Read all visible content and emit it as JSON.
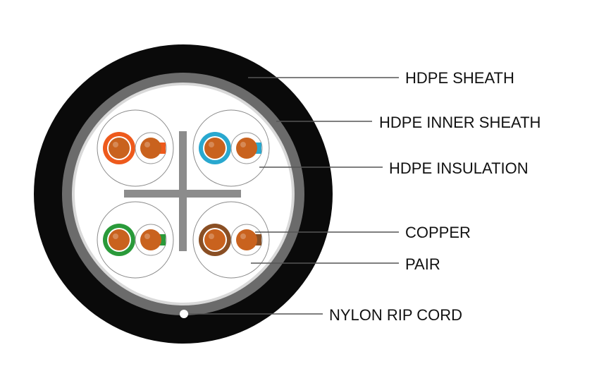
{
  "labels": {
    "outer_sheath": "HDPE SHEATH",
    "inner_sheath": "HDPE INNER SHEATH",
    "insulation": "HDPE INSULATION",
    "copper": "COPPER",
    "pair": "PAIR",
    "rip_cord": "NYLON RIP CORD"
  },
  "colors": {
    "outer_sheath": "#0a0a0a",
    "inner_sheath": "#6b6b6b",
    "inner_gap": "#1a1a1a",
    "core_fill": "#ffffff",
    "separator": "#8c8c8c",
    "copper": "#c9621e",
    "pair_orange": "#ee5a1c",
    "pair_blue": "#29a8cf",
    "pair_green": "#2a9a3a",
    "pair_brown": "#8a4f24",
    "leader_line": "#555555"
  },
  "pairs": [
    {
      "name": "orange",
      "color_key": "pair_orange"
    },
    {
      "name": "blue",
      "color_key": "pair_blue"
    },
    {
      "name": "green",
      "color_key": "pair_green"
    },
    {
      "name": "brown",
      "color_key": "pair_brown"
    }
  ]
}
